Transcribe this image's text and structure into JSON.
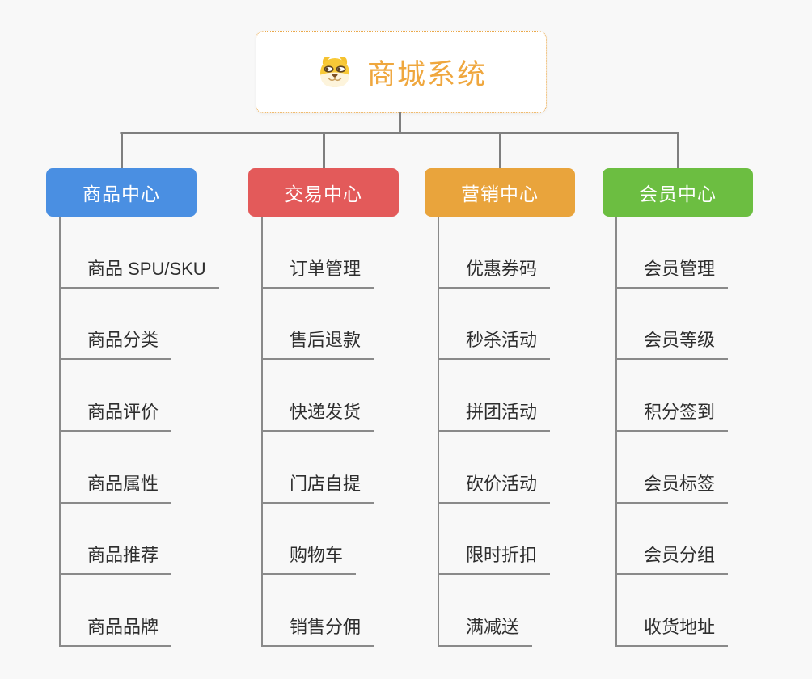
{
  "root": {
    "title": "商城系统",
    "icon": "dog-face-icon",
    "title_color": "#efa73e",
    "border_color": "#eba94b"
  },
  "connector_color": "#7f7f7f",
  "underline_color": "#8a8a8a",
  "background_color": "#f8f8f8",
  "branches": [
    {
      "label": "商品中心",
      "color": "#4a8fe2",
      "items": [
        "商品 SPU/SKU",
        "商品分类",
        "商品评价",
        "商品属性",
        "商品推荐",
        "商品品牌"
      ]
    },
    {
      "label": "交易中心",
      "color": "#e35a5a",
      "items": [
        "订单管理",
        "售后退款",
        "快递发货",
        "门店自提",
        "购物车",
        "销售分佣"
      ]
    },
    {
      "label": "营销中心",
      "color": "#e9a43c",
      "items": [
        "优惠券码",
        "秒杀活动",
        "拼团活动",
        "砍价活动",
        "限时折扣",
        "满减送"
      ]
    },
    {
      "label": "会员中心",
      "color": "#6cbe41",
      "items": [
        "会员管理",
        "会员等级",
        "积分签到",
        "会员标签",
        "会员分组",
        "收货地址"
      ]
    }
  ]
}
